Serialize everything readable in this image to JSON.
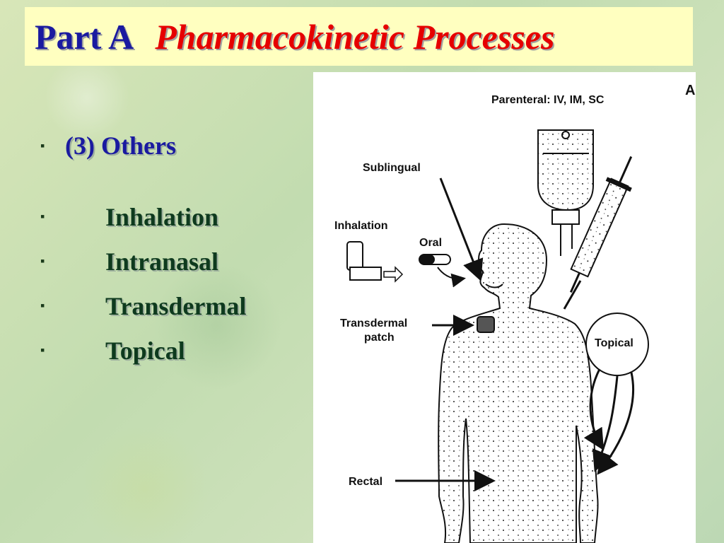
{
  "title": {
    "part": "Part A",
    "subject": "Pharmacokinetic Processes"
  },
  "main_bullet": "(3) Others",
  "sub_bullets": [
    "Inhalation",
    "Intranasal",
    "Transdermal",
    "Topical"
  ],
  "figure": {
    "labels": {
      "parenteral": "Parenteral: IV, IM, SC",
      "corner": "A",
      "sublingual": "Sublingual",
      "inhalation": "Inhalation",
      "oral": "Oral",
      "transdermal_line1": "Transdermal",
      "transdermal_line2": "patch",
      "topical": "Topical",
      "rectal": "Rectal"
    }
  },
  "colors": {
    "title_blue": "#1a1aa0",
    "title_red": "#e60000",
    "title_bg": "#ffffc0",
    "sub_text": "#0e3a1e"
  }
}
